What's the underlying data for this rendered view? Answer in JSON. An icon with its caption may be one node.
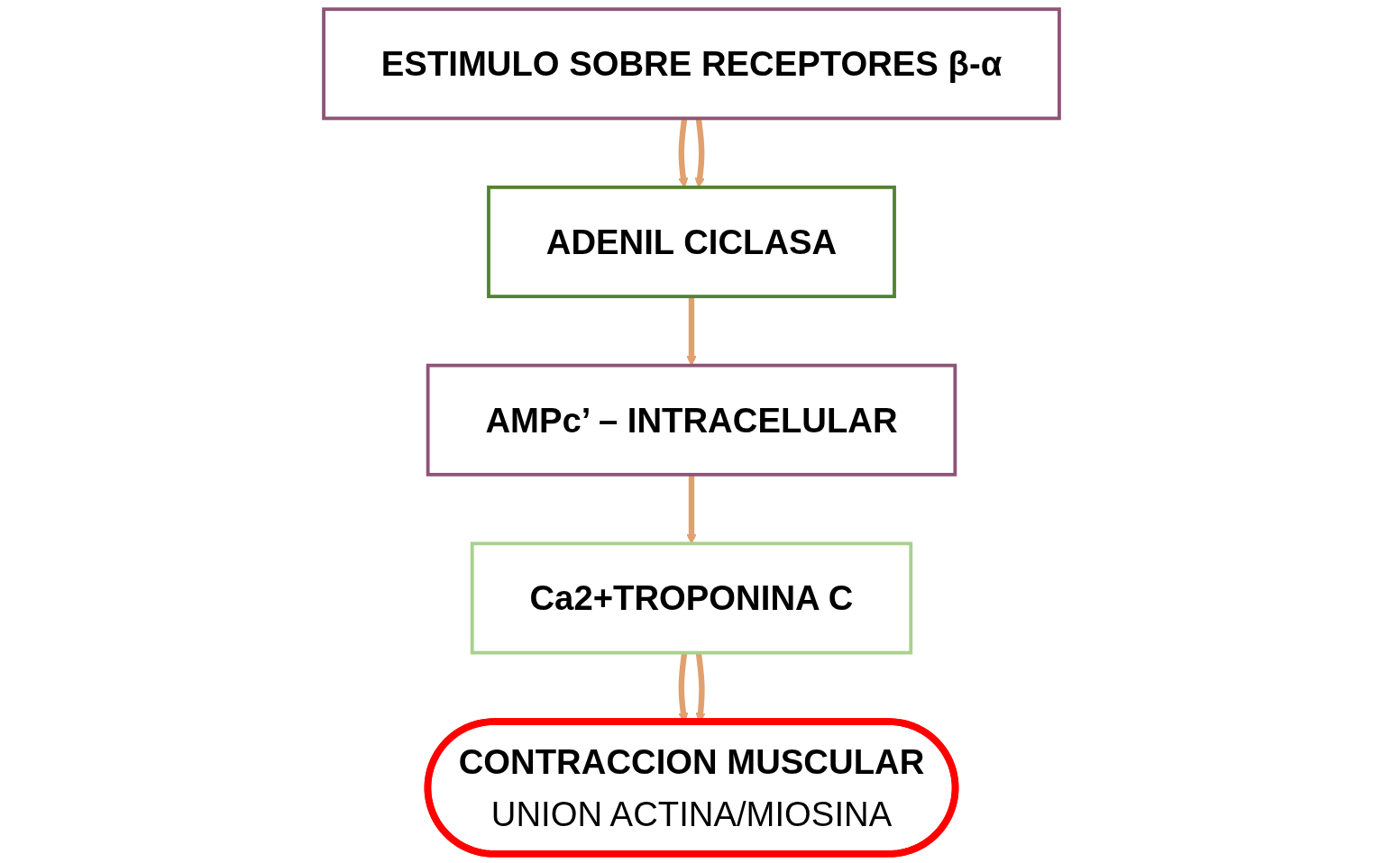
{
  "diagram": {
    "nodes": [
      {
        "text": [
          "ESTIMULO SOBRE RECEPTORES β-α"
        ]
      },
      {
        "text": [
          "ADENIL CICLASA"
        ]
      },
      {
        "text": [
          "AMPc’ – INTRACELULAR"
        ]
      },
      {
        "text": [
          "Ca2+TROPONINA C"
        ]
      },
      {
        "text": [
          "CONTRACCION MUSCULAR",
          "UNION ACTINA/MIOSINA"
        ]
      }
    ],
    "edges": [
      {
        "from": 0,
        "to": 1,
        "arrow": "to"
      },
      {
        "from": 0,
        "to": 1,
        "arrow": "to"
      },
      {
        "from": 1,
        "to": 2,
        "arrow": "to"
      },
      {
        "from": 2,
        "to": 3,
        "arrow": "to"
      },
      {
        "from": 3,
        "to": 4,
        "arrow": "to"
      },
      {
        "from": 3,
        "to": 4,
        "arrow": "to"
      }
    ]
  }
}
